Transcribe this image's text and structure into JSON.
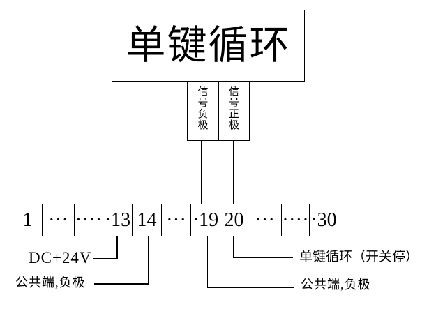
{
  "device": {
    "title": "单键循环"
  },
  "signal_wires": {
    "negative": {
      "label": "信号负极",
      "connects_to_terminal": "19"
    },
    "positive": {
      "label": "信号正极",
      "connects_to_terminal": "20"
    }
  },
  "terminal_strip": {
    "cells": [
      "1",
      "···",
      "····",
      "·13",
      "14",
      "···",
      "·19",
      "20",
      "···",
      "····",
      "·30"
    ]
  },
  "bottom_connections": [
    {
      "label": "DC+24V",
      "terminal": "13"
    },
    {
      "label": "公共端,负极",
      "terminal": "14"
    },
    {
      "label": "公共端,负极",
      "terminal": "19"
    },
    {
      "label": "单键循环（开关停）",
      "terminal": "20"
    }
  ],
  "colors": {
    "line": "#000000",
    "background": "#ffffff",
    "text": "#000000"
  }
}
